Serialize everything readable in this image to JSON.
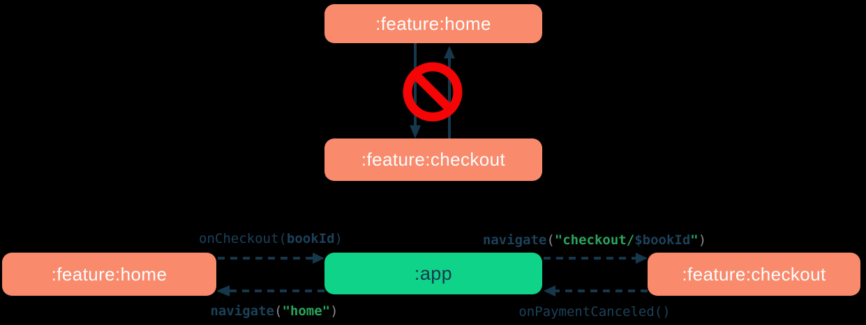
{
  "colors": {
    "background": "#000000",
    "module_box": "#F98A6C",
    "app_box": "#0ED389",
    "arrow": "#16384D",
    "forbidden_icon": "#F50505",
    "code_navy": "#1C4159",
    "code_green": "#2BA45D",
    "code_gray": "#8C8C8C",
    "module_text": "#FDFDFD"
  },
  "top_diagram": {
    "home": {
      "label": ":feature:home"
    },
    "checkout": {
      "label": ":feature:checkout"
    },
    "forbidden_icon": "no-entry-sign"
  },
  "bottom_diagram": {
    "home": {
      "label": ":feature:home"
    },
    "app": {
      "label": ":app"
    },
    "checkout": {
      "label": ":feature:checkout"
    },
    "edges": {
      "home_to_app": {
        "parts": [
          {
            "text": "onCheckout("
          },
          {
            "text": "bookId"
          },
          {
            "text": ")"
          }
        ]
      },
      "app_to_home": {
        "parts": [
          {
            "text": "navigate"
          },
          {
            "text": "("
          },
          {
            "text": "\"home\""
          },
          {
            "text": ")"
          }
        ]
      },
      "app_to_checkout": {
        "parts": [
          {
            "text": "navigate"
          },
          {
            "text": "("
          },
          {
            "text": "\"checkout/"
          },
          {
            "text": "$bookId"
          },
          {
            "text": "\""
          },
          {
            "text": ")"
          }
        ]
      },
      "checkout_to_app": {
        "parts": [
          {
            "text": "onPaymentCanceled()"
          }
        ]
      }
    }
  }
}
